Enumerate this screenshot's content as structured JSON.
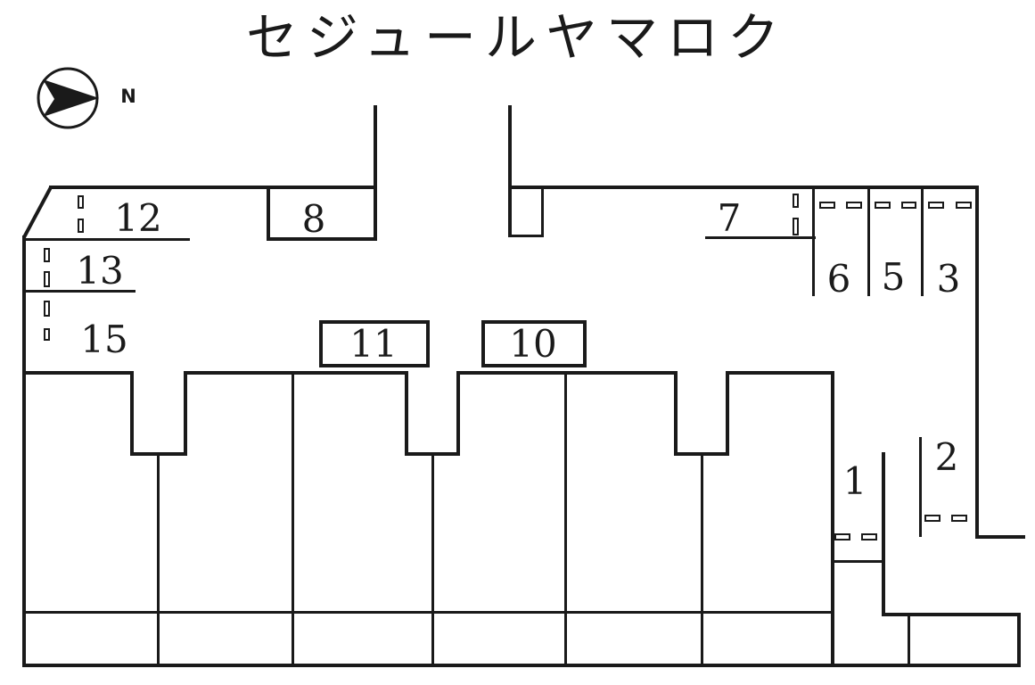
{
  "title": "セジュールヤマロク",
  "compass": {
    "label": "N"
  },
  "colors": {
    "ink": "#1a1a1a",
    "paper": "#ffffff"
  },
  "space_labels": {
    "n1": "1",
    "n2": "2",
    "n3": "3",
    "n5": "5",
    "n6": "6",
    "n7": "7",
    "n8": "8",
    "n10": "10",
    "n11": "11",
    "n12": "12",
    "n13": "13",
    "n15": "15"
  }
}
